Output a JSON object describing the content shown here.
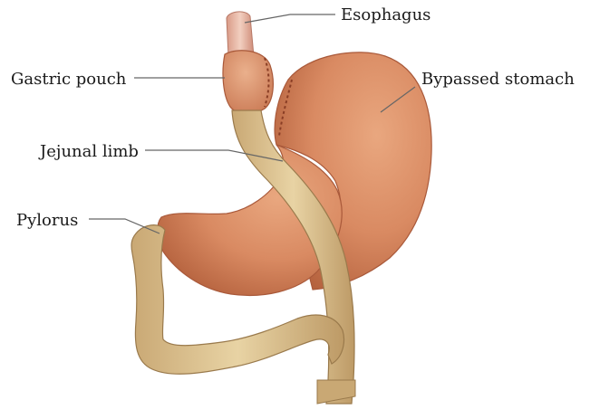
{
  "labels": {
    "esophagus": "Esophagus",
    "gastric_pouch": "Gastric pouch",
    "bypassed_stomach": "Bypassed stomach",
    "jejunal_limb": "Jejunal limb",
    "pylorus": "Pylorus"
  }
}
